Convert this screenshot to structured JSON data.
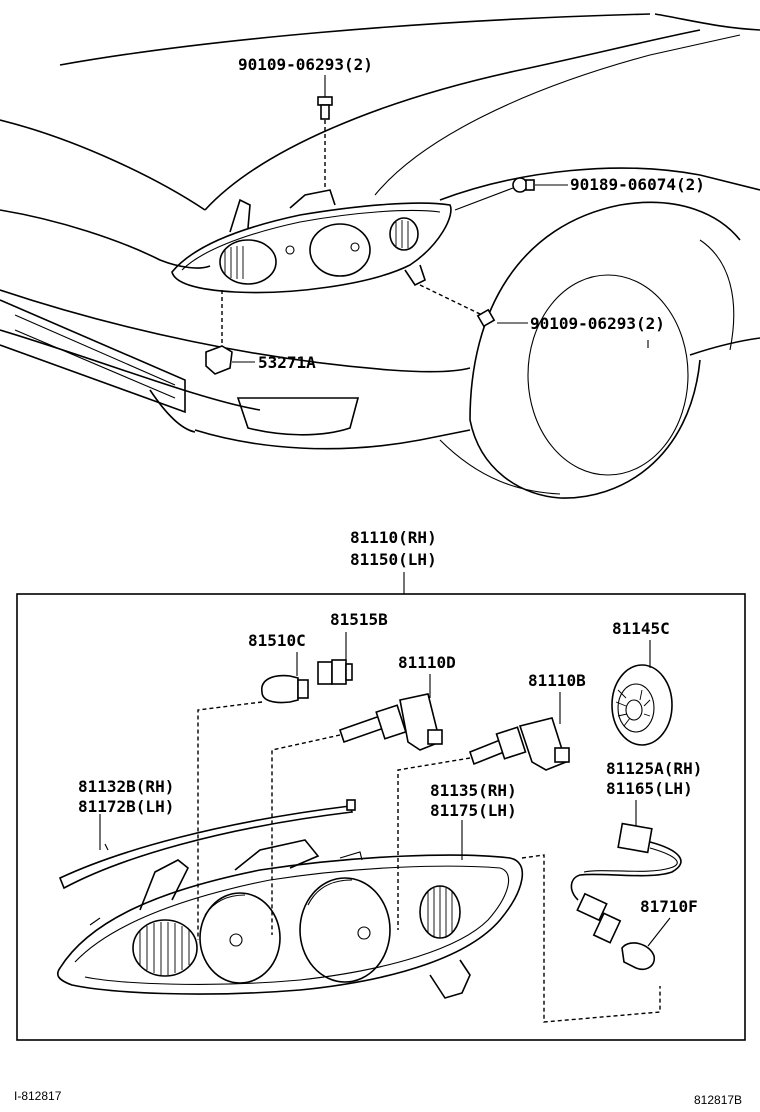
{
  "car_view": {
    "callouts": {
      "top_bolt": "90109-06293(2)",
      "clip": "90189-06074(2)",
      "lower_bolt": "90109-06293(2)",
      "bracket": "53271A"
    }
  },
  "assembly": {
    "header_rh": "81110(RH)",
    "header_lh": "81150(LH)",
    "parts": {
      "bulb_small": "81510C",
      "socket_small": "81515B",
      "bulb_main": "81110D",
      "bulb_high": "81110B",
      "cap": "81145C",
      "trim_rh": "81132B(RH)",
      "trim_lh": "81172B(LH)",
      "lens_rh": "81135(RH)",
      "lens_lh": "81175(LH)",
      "wire_rh": "81125A(RH)",
      "wire_lh": "81165(LH)",
      "side_bulb": "81710F"
    }
  },
  "footer": {
    "left_code": "I-812817",
    "right_code": "812817B"
  }
}
